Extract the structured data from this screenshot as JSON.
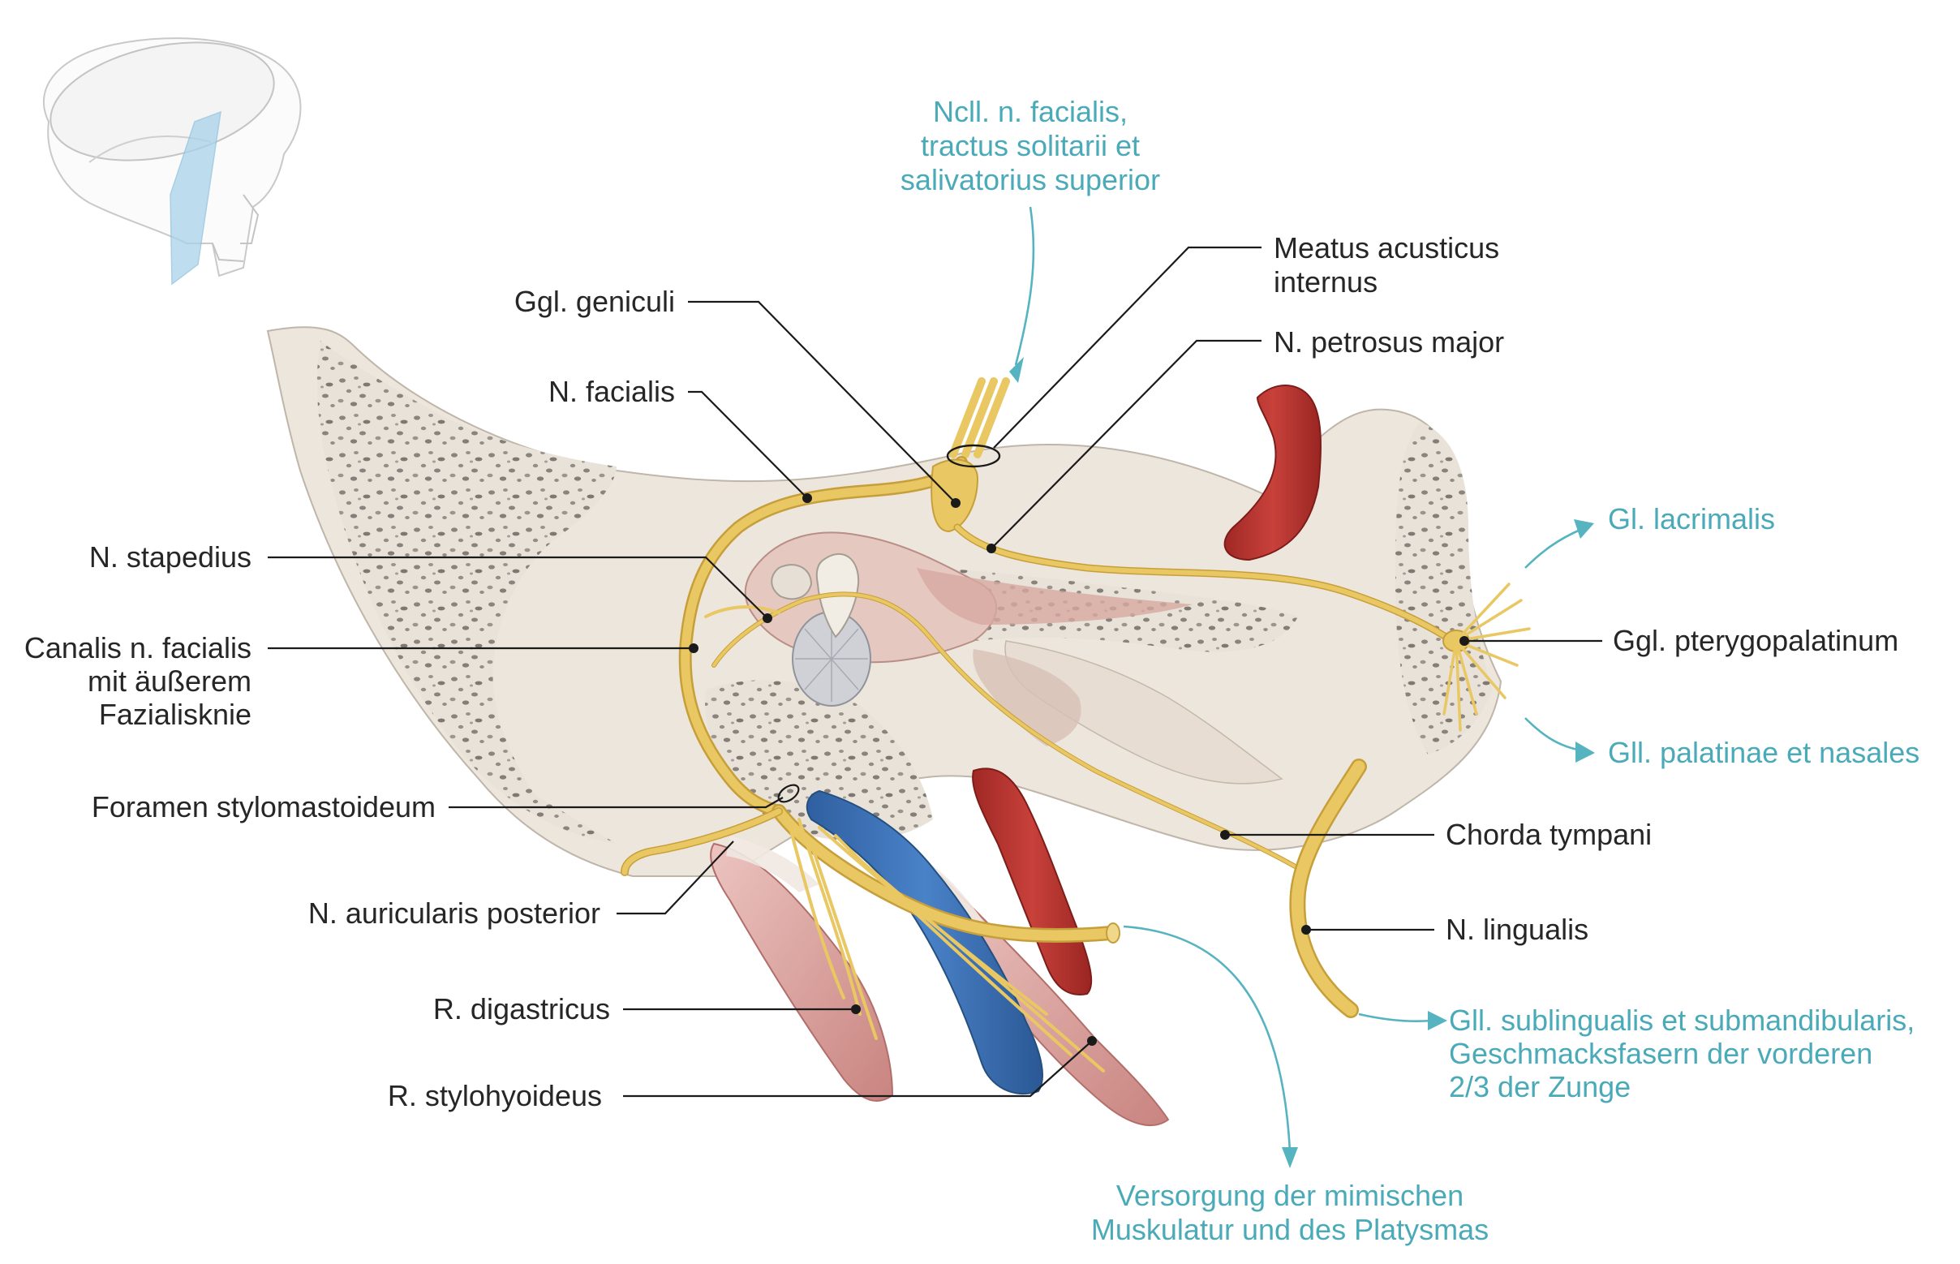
{
  "labels": {
    "nuclei": [
      "Ncll. n. facialis,",
      "tractus solitarii et",
      "salivatorius superior"
    ],
    "meatus": [
      "Meatus acusticus",
      "internus"
    ],
    "petrosus": "N. petrosus major",
    "geniculi": "Ggl. geniculi",
    "facialis": "N. facialis",
    "stapedius": "N. stapedius",
    "canalis": [
      "Canalis n. facialis",
      "mit äußerem",
      "Fazialisknie"
    ],
    "foramen": "Foramen stylomastoideum",
    "auricularis": "N. auricularis posterior",
    "digastricus": "R. digastricus",
    "stylohyoideus": "R. stylohyoideus",
    "lacrimalis": "Gl. lacrimalis",
    "pterygopalatinum": "Ggl. pterygopalatinum",
    "palatinae": "Gll. palatinae et nasales",
    "chorda": "Chorda tympani",
    "lingualis": "N. lingualis",
    "sublingualis": [
      "Gll. sublingualis et submandibularis,",
      "Geschmacksfasern der vorderen",
      "2/3 der Zunge"
    ],
    "mimisch": [
      "Versorgung der mimischen",
      "Muskulatur und des Platysmas"
    ]
  },
  "colors": {
    "label_text": "#262626",
    "teal_text": "#4aaab8",
    "nerve": "#e9c762",
    "artery": "#b5302c",
    "vein": "#3a6fb4",
    "bone": "#ece5dc",
    "muscle": "#d99a98"
  },
  "icons": {
    "skull": "skull-orientation-icon"
  }
}
